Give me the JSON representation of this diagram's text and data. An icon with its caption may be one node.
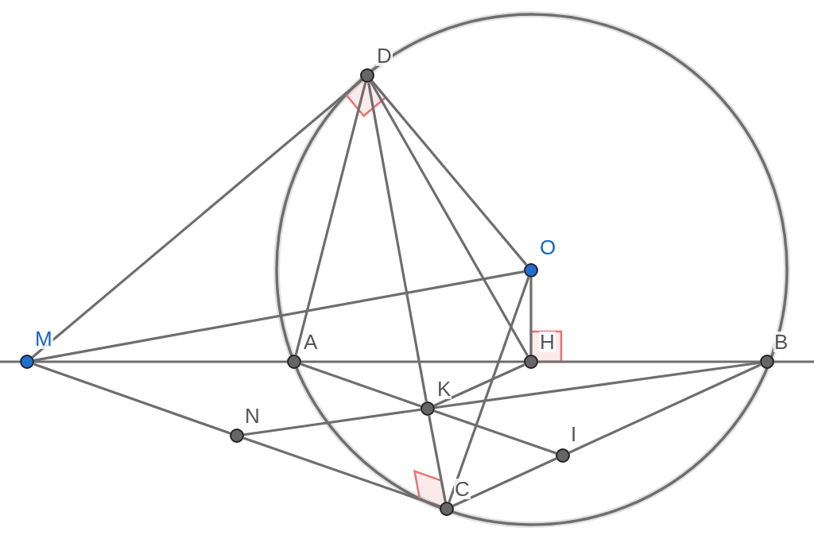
{
  "diagram": {
    "nodes": [
      {
        "text": [
          "D"
        ]
      },
      {
        "text": [
          "O"
        ]
      },
      {
        "text": [
          "M"
        ]
      },
      {
        "text": [
          "A"
        ]
      },
      {
        "text": [
          "H"
        ]
      },
      {
        "text": [
          "B"
        ]
      },
      {
        "text": [
          "K"
        ]
      },
      {
        "text": [
          "N"
        ]
      },
      {
        "text": [
          "I"
        ]
      },
      {
        "text": [
          "C"
        ]
      }
    ],
    "edges": [
      {
        "from": 2,
        "to": 0,
        "arrow": "none"
      },
      {
        "from": 0,
        "to": 3,
        "arrow": "none"
      },
      {
        "from": 0,
        "to": 6,
        "arrow": "none"
      },
      {
        "from": 6,
        "to": 9,
        "arrow": "none"
      },
      {
        "from": 0,
        "to": 4,
        "arrow": "none"
      },
      {
        "from": 0,
        "to": 1,
        "arrow": "none"
      },
      {
        "from": 2,
        "to": 1,
        "arrow": "none"
      },
      {
        "from": 1,
        "to": 4,
        "arrow": "none"
      },
      {
        "from": 1,
        "to": 9,
        "arrow": "none"
      },
      {
        "from": 2,
        "to": 3,
        "arrow": "none"
      },
      {
        "from": 3,
        "to": 4,
        "arrow": "none"
      },
      {
        "from": 4,
        "to": 5,
        "arrow": "none"
      },
      {
        "from": 3,
        "to": 6,
        "arrow": "none"
      },
      {
        "from": 6,
        "to": 8,
        "arrow": "none"
      },
      {
        "from": 6,
        "to": 4,
        "arrow": "none"
      },
      {
        "from": 7,
        "to": 6,
        "arrow": "none"
      },
      {
        "from": 6,
        "to": 5,
        "arrow": "none"
      },
      {
        "from": 2,
        "to": 7,
        "arrow": "none"
      },
      {
        "from": 7,
        "to": 9,
        "arrow": "none"
      },
      {
        "from": 9,
        "to": 8,
        "arrow": "none"
      },
      {
        "from": 8,
        "to": 5,
        "arrow": "none"
      }
    ]
  }
}
